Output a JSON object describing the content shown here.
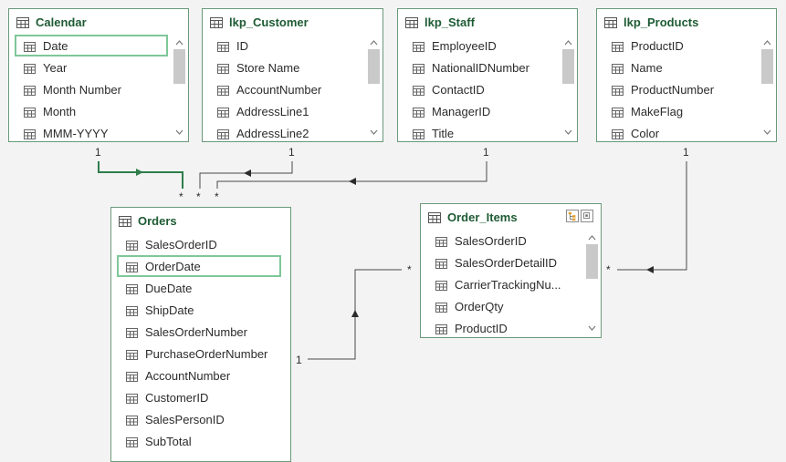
{
  "tables": {
    "calendar": {
      "title": "Calendar",
      "columns": [
        "Date",
        "Year",
        "Month Number",
        "Month",
        "MMM-YYYY"
      ],
      "selected": "Date"
    },
    "customer": {
      "title": "lkp_Customer",
      "columns": [
        "ID",
        "Store Name",
        "AccountNumber",
        "AddressLine1",
        "AddressLine2"
      ]
    },
    "staff": {
      "title": "lkp_Staff",
      "columns": [
        "EmployeeID",
        "NationalIDNumber",
        "ContactID",
        "ManagerID",
        "Title"
      ]
    },
    "products": {
      "title": "lkp_Products",
      "columns": [
        "ProductID",
        "Name",
        "ProductNumber",
        "MakeFlag",
        "Color"
      ]
    },
    "orders": {
      "title": "Orders",
      "columns": [
        "SalesOrderID",
        "OrderDate",
        "DueDate",
        "ShipDate",
        "SalesOrderNumber",
        "PurchaseOrderNumber",
        "AccountNumber",
        "CustomerID",
        "SalesPersonID",
        "SubTotal"
      ],
      "selected": "OrderDate"
    },
    "order_items": {
      "title": "Order_Items",
      "columns": [
        "SalesOrderID",
        "SalesOrderDetailID",
        "CarrierTrackingNu...",
        "OrderQty",
        "ProductID"
      ]
    }
  },
  "cardinality": {
    "one": "1",
    "many": "*"
  },
  "colors": {
    "header_text": "#1e5b34",
    "border": "#6a9a7a",
    "highlight": "#7fc79a",
    "active_line": "#2e7d4a",
    "line": "#4a4a4a"
  },
  "icons": {
    "table": "table-icon",
    "column": "column-icon",
    "scroll_up": "chevron-up-icon",
    "scroll_down": "chevron-down-icon",
    "hierarchy": "hierarchy-icon",
    "collapse": "collapse-icon"
  }
}
